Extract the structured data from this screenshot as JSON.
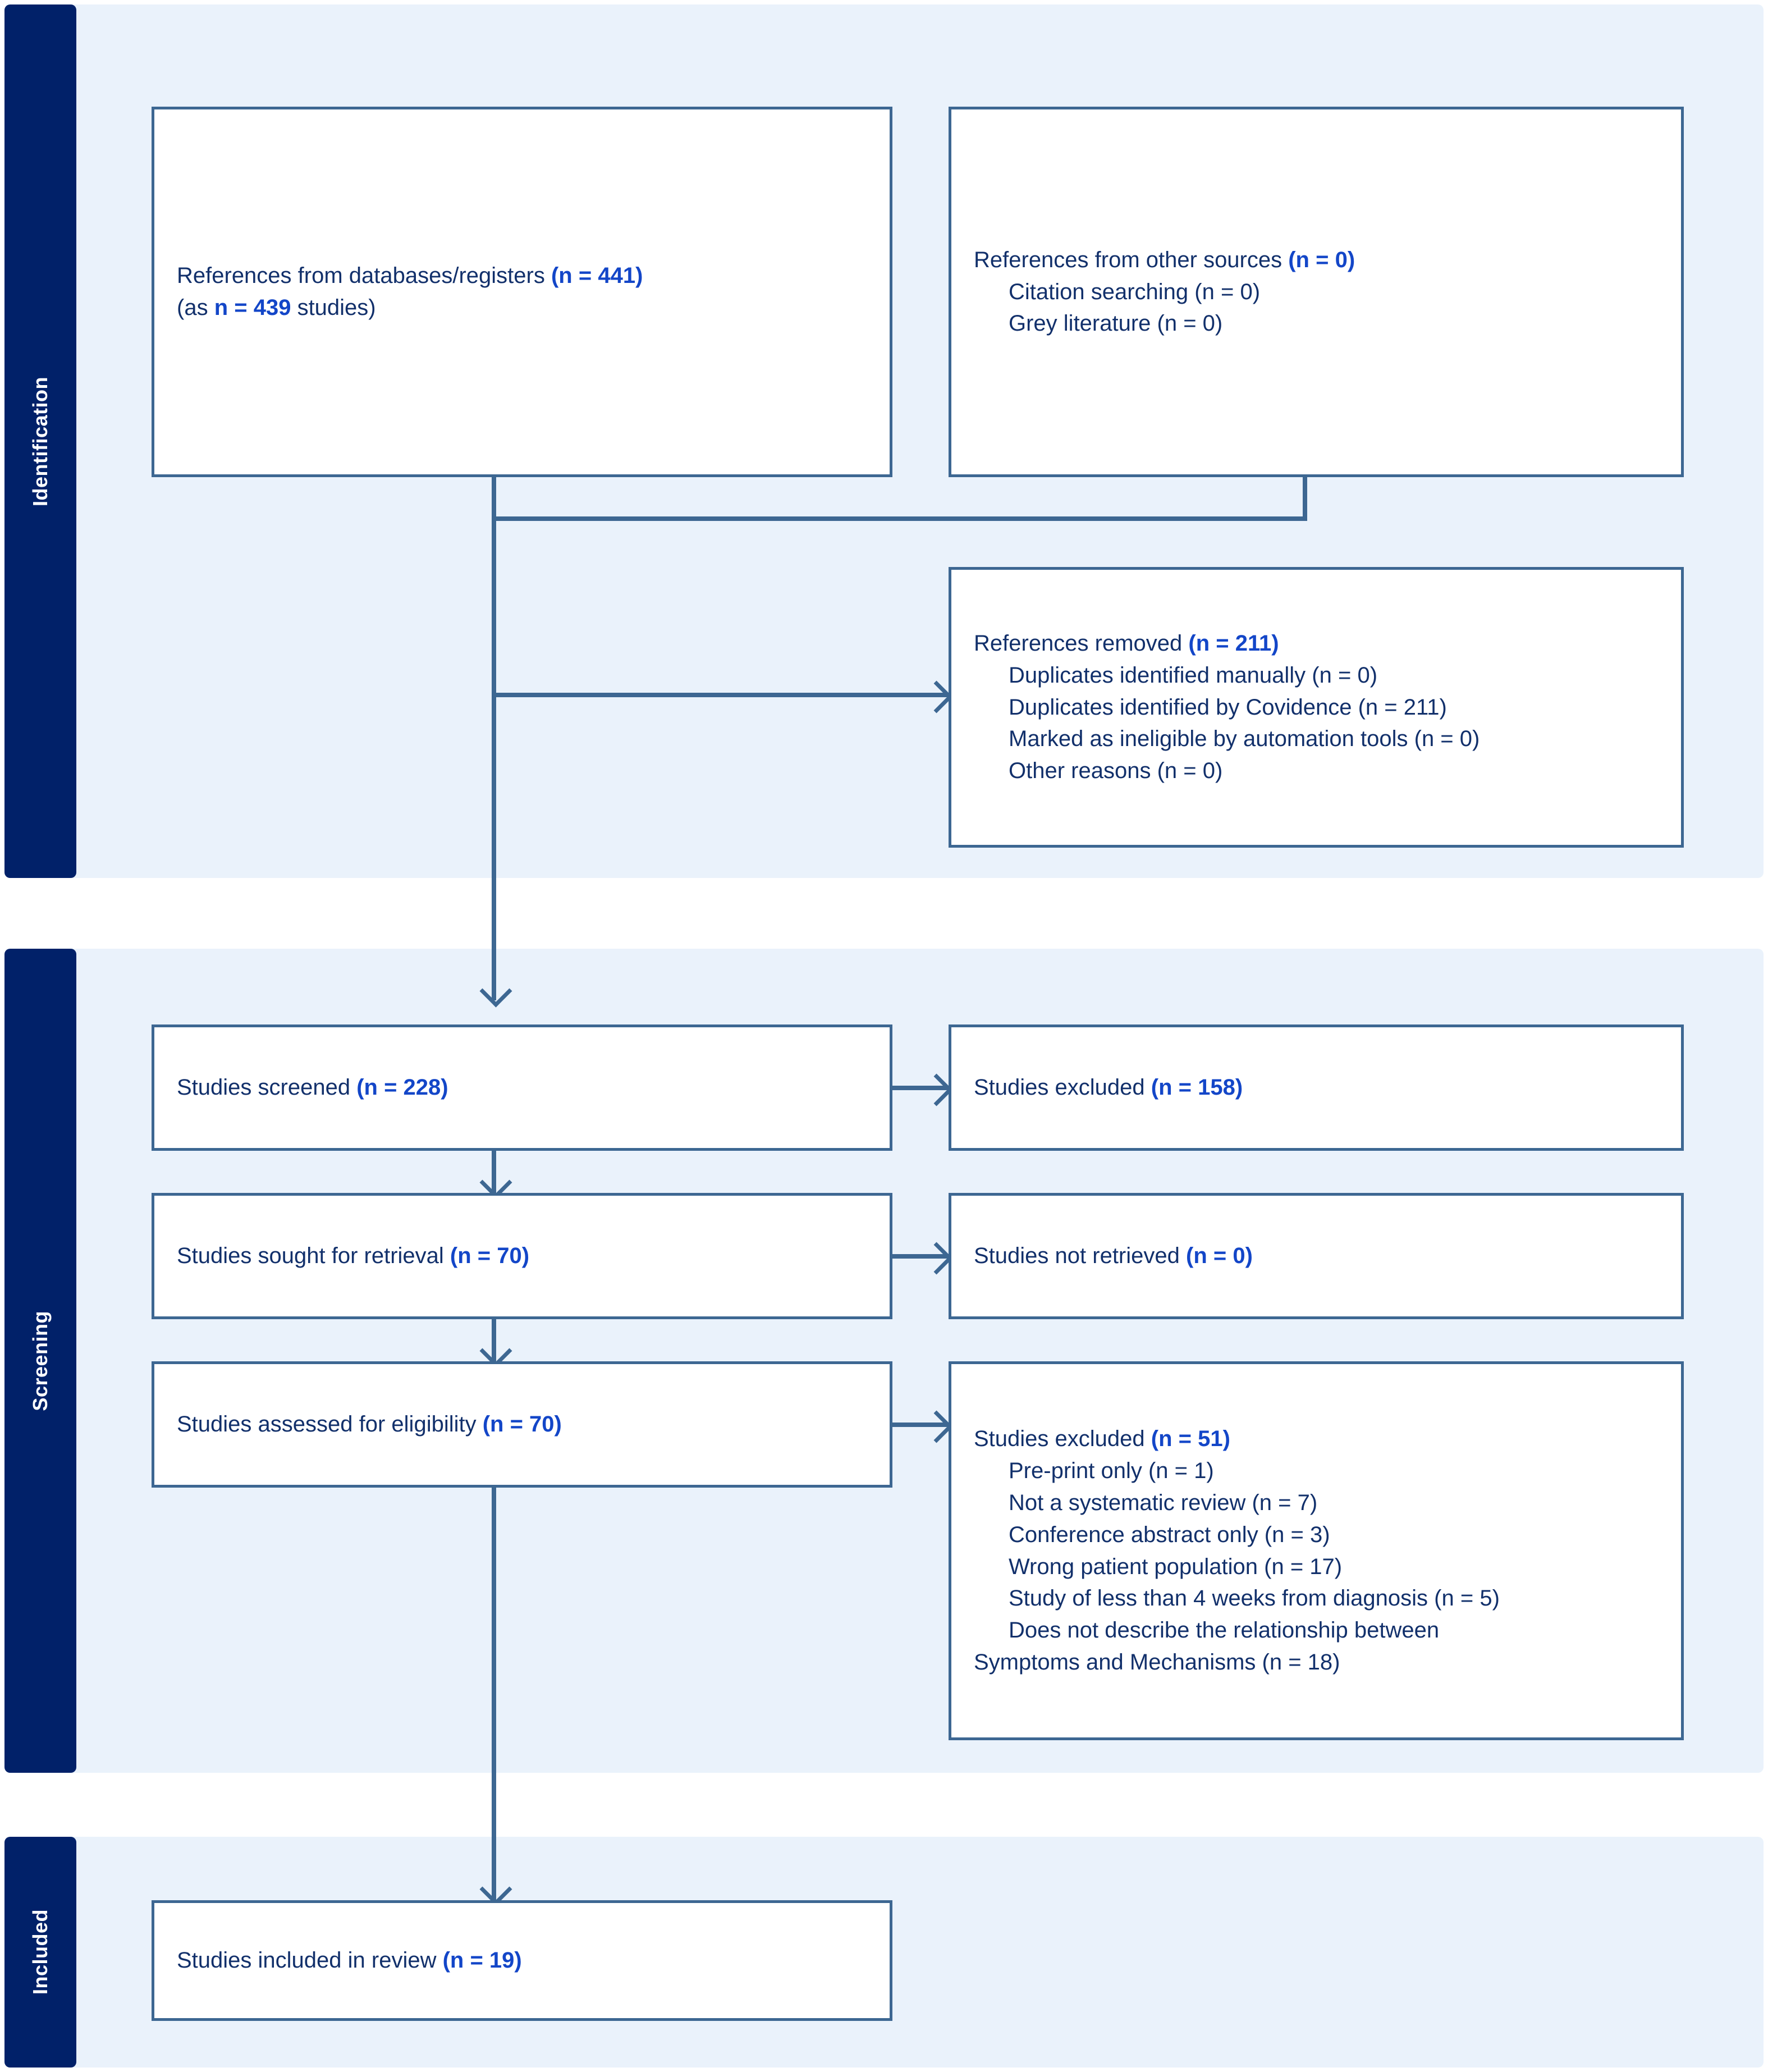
{
  "diagram": {
    "title": "PRISMA flow diagram",
    "colors": {
      "band_background": "#eaf2fb",
      "stage_tab": "#012169",
      "box_border": "#3d6792",
      "box_fill": "#ffffff",
      "text": "#12306b",
      "accent_number": "#1346c8",
      "connector": "#3d6792"
    }
  },
  "stages": [
    {
      "id": "identification",
      "label": "Identification"
    },
    {
      "id": "screening",
      "label": "Screening"
    },
    {
      "id": "included",
      "label": "Included"
    }
  ],
  "boxes": {
    "databases": {
      "lines": [
        {
          "text": "References from databases/registers ",
          "n": "(n = 441)"
        },
        {
          "text": "(as ",
          "n": "n = 439",
          "tail": " studies)"
        }
      ]
    },
    "other_sources": {
      "header": {
        "text": "References from other sources ",
        "n": "(n = 0)"
      },
      "items": [
        "Citation searching (n = 0)",
        "Grey literature (n = 0)"
      ]
    },
    "references_removed": {
      "header": {
        "text": "References removed ",
        "n": "(n = 211)"
      },
      "items": [
        "Duplicates identified manually (n = 0)",
        "Duplicates identified by Covidence (n = 211)",
        "Marked as ineligible by automation tools (n = 0)",
        "Other reasons (n = 0)"
      ]
    },
    "studies_screened": {
      "line": {
        "text": "Studies screened ",
        "n": "(n = 228)"
      }
    },
    "studies_excluded_screening": {
      "line": {
        "text": "Studies excluded ",
        "n": "(n = 158)"
      }
    },
    "studies_sought": {
      "line": {
        "text": "Studies sought for retrieval ",
        "n": "(n = 70)"
      }
    },
    "studies_not_retrieved": {
      "line": {
        "text": "Studies not retrieved ",
        "n": "(n = 0)"
      }
    },
    "studies_assessed": {
      "line": {
        "text": "Studies assessed for eligibility ",
        "n": "(n = 70)"
      }
    },
    "studies_excluded_eligibility": {
      "header": {
        "text": "Studies excluded ",
        "n": "(n = 51)"
      },
      "items": [
        "Pre-print only (n = 1)",
        "Not a systematic review (n = 7)",
        "Conference abstract only (n = 3)",
        "Wrong patient population (n = 17)",
        "Study of less than 4 weeks from diagnosis (n = 5)",
        "Does not describe the relationship between"
      ],
      "continuation": "Symptoms and Mechanisms (n = 18)"
    },
    "studies_included": {
      "line": {
        "text": "Studies included in review ",
        "n": "(n = 19)"
      }
    }
  },
  "chart_data": {
    "type": "flowchart",
    "title": "PRISMA 2020 flow diagram",
    "nodes": [
      {
        "id": "databases",
        "stage": "Identification",
        "label": "References from databases/registers",
        "n": 441,
        "note": "as n = 439 studies"
      },
      {
        "id": "other_sources",
        "stage": "Identification",
        "label": "References from other sources",
        "n": 0,
        "breakdown": [
          {
            "label": "Citation searching",
            "n": 0
          },
          {
            "label": "Grey literature",
            "n": 0
          }
        ]
      },
      {
        "id": "references_removed",
        "stage": "Identification",
        "label": "References removed",
        "n": 211,
        "breakdown": [
          {
            "label": "Duplicates identified manually",
            "n": 0
          },
          {
            "label": "Duplicates identified by Covidence",
            "n": 211
          },
          {
            "label": "Marked as ineligible by automation tools",
            "n": 0
          },
          {
            "label": "Other reasons",
            "n": 0
          }
        ]
      },
      {
        "id": "studies_screened",
        "stage": "Screening",
        "label": "Studies screened",
        "n": 228
      },
      {
        "id": "studies_excluded_screening",
        "stage": "Screening",
        "label": "Studies excluded",
        "n": 158
      },
      {
        "id": "studies_sought",
        "stage": "Screening",
        "label": "Studies sought for retrieval",
        "n": 70
      },
      {
        "id": "studies_not_retrieved",
        "stage": "Screening",
        "label": "Studies not retrieved",
        "n": 0
      },
      {
        "id": "studies_assessed",
        "stage": "Screening",
        "label": "Studies assessed for eligibility",
        "n": 70
      },
      {
        "id": "studies_excluded_eligibility",
        "stage": "Screening",
        "label": "Studies excluded",
        "n": 51,
        "breakdown": [
          {
            "label": "Pre-print only",
            "n": 1
          },
          {
            "label": "Not a systematic review",
            "n": 7
          },
          {
            "label": "Conference abstract only",
            "n": 3
          },
          {
            "label": "Wrong patient population",
            "n": 17
          },
          {
            "label": "Study of less than 4 weeks from diagnosis",
            "n": 5
          },
          {
            "label": "Does not describe the relationship between Symptoms and Mechanisms",
            "n": 18
          }
        ]
      },
      {
        "id": "studies_included",
        "stage": "Included",
        "label": "Studies included in review",
        "n": 19
      }
    ],
    "edges": [
      {
        "from": "databases",
        "to": "references_removed"
      },
      {
        "from": "other_sources",
        "to": "references_removed"
      },
      {
        "from": "databases",
        "to": "studies_screened"
      },
      {
        "from": "studies_screened",
        "to": "studies_excluded_screening"
      },
      {
        "from": "studies_screened",
        "to": "studies_sought"
      },
      {
        "from": "studies_sought",
        "to": "studies_not_retrieved"
      },
      {
        "from": "studies_sought",
        "to": "studies_assessed"
      },
      {
        "from": "studies_assessed",
        "to": "studies_excluded_eligibility"
      },
      {
        "from": "studies_assessed",
        "to": "studies_included"
      }
    ]
  }
}
